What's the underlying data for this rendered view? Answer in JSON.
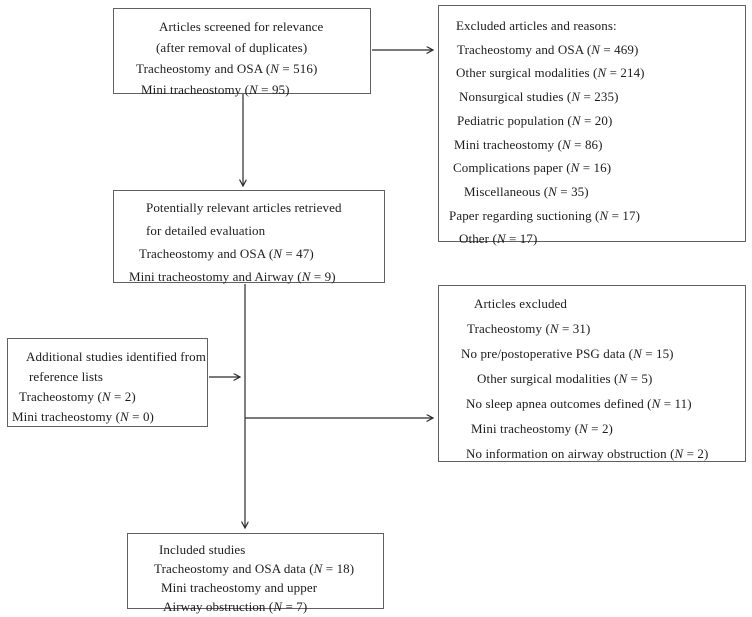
{
  "figure": {
    "colors": {
      "background": "#ffffff",
      "box_border": "#606060",
      "connector": "#2b2b2b",
      "text": "#1c1c1c"
    },
    "boxes": {
      "screened": {
        "lines": [
          "Articles screened for relevance",
          "(after removal of duplicates)",
          "Tracheostomy and OSA (N = 516)",
          "Mini tracheostomy (N = 95)"
        ]
      },
      "excluded_reasons": {
        "lines": [
          "Excluded articles and reasons:",
          "Tracheostomy and OSA (N = 469)",
          "Other surgical modalities (N = 214)",
          "Nonsurgical studies (N = 235)",
          "Pediatric population (N = 20)",
          "Mini tracheostomy (N = 86)",
          "Complications paper (N = 16)",
          "Miscellaneous (N = 35)",
          "Paper regarding suctioning (N = 17)",
          "Other (N = 17)"
        ]
      },
      "retrieved": {
        "lines": [
          "Potentially relevant articles retrieved",
          "for detailed evaluation",
          "Tracheostomy and OSA (N = 47)",
          "Mini tracheostomy and Airway (N = 9)"
        ]
      },
      "additional": {
        "lines": [
          "Additional studies identified from",
          "reference lists",
          "Tracheostomy (N = 2)",
          "Mini tracheostomy (N = 0)"
        ]
      },
      "articles_excluded": {
        "lines": [
          "Articles excluded",
          "Tracheostomy (N = 31)",
          "No pre/postoperative PSG data (N = 15)",
          "Other surgical modalities (N = 5)",
          "No sleep apnea outcomes defined (N = 11)",
          "Mini tracheostomy (N = 2)",
          "No information on airway obstruction (N = 2)"
        ]
      },
      "included": {
        "lines": [
          "Included studies",
          "Tracheostomy and OSA data (N = 18)",
          "Mini tracheostomy and upper",
          "Airway obstruction (N = 7)"
        ]
      }
    }
  }
}
